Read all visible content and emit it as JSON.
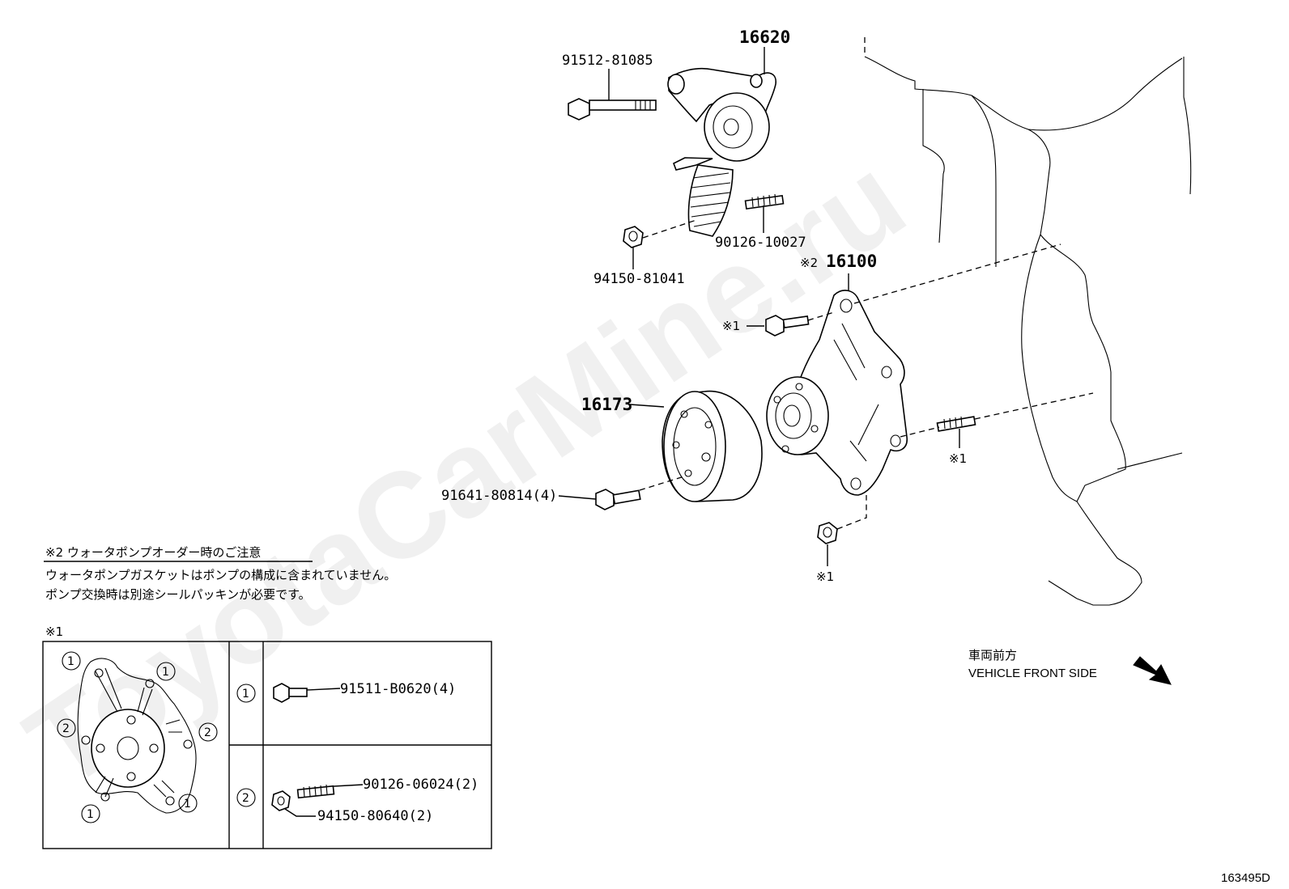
{
  "watermark": "ToyotaCarMine.ru",
  "parts": {
    "tensioner": "16620",
    "tensioner_bolt": "91512-81085",
    "stud_upper": "90126-10027",
    "nut_upper": "94150-81041",
    "water_pump": "16100",
    "water_pump_mark": "※2",
    "pulley": "16173",
    "pulley_bolt": "91641-80814(4)",
    "bolt_mark": "※1",
    "stud_mark": "※1",
    "nut_mark": "※1"
  },
  "note": {
    "title": "※2 ウォータポンプオーダー時のご注意",
    "line1": "ウォータポンプガスケットはポンプの構成に含まれていません。",
    "line2": "ポンプ交換時は別途シールパッキンが必要です。"
  },
  "table": {
    "mark": "※1",
    "row1_id": "1",
    "row1_part": "91511-B0620(4)",
    "row2_id": "2",
    "row2_part1": "90126-06024(2)",
    "row2_part2": "94150-80640(2)",
    "callout_1": "1",
    "callout_2": "2"
  },
  "direction": {
    "jp": "車両前方",
    "en": "VEHICLE FRONT SIDE"
  },
  "figure_id": "163495D"
}
